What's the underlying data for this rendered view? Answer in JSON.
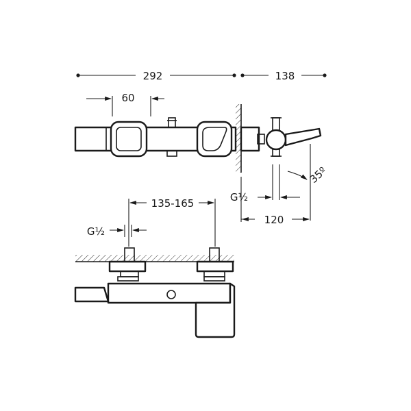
{
  "dimensions": {
    "overall_width": "292",
    "spout_projection": "138",
    "handle_width": "60",
    "inlet_spacing": "135-165",
    "inlet_thread_front": "G½",
    "inlet_thread_top": "G½",
    "spout_depth": "120",
    "spout_angle": "35º"
  }
}
